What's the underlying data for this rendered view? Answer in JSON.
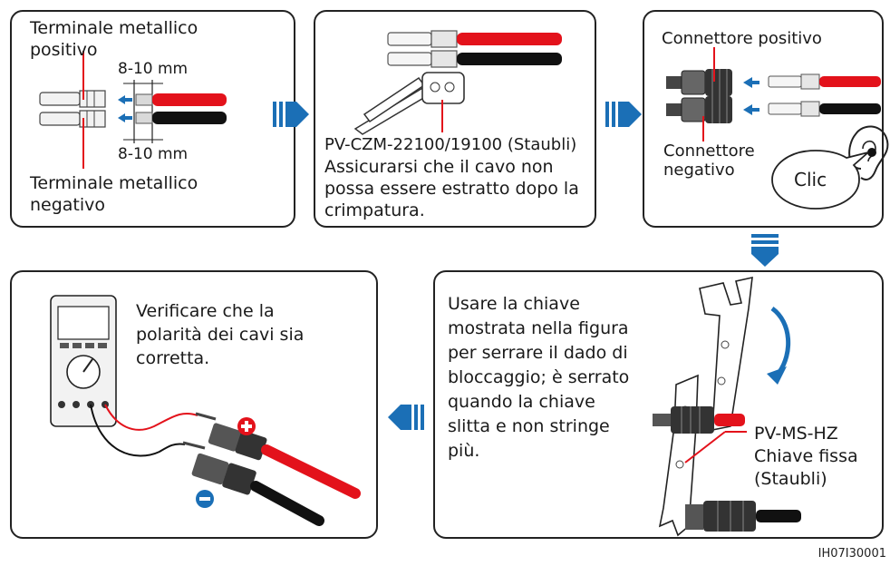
{
  "step1": {
    "positive_label": "Terminale metallico\npositivo",
    "dim_top": "8-10 mm",
    "dim_bottom": "8-10 mm",
    "negative_label": "Terminale metallico\nnegativo"
  },
  "step2": {
    "tool_label": "PV-CZM-22100/19100 (Staubli)",
    "note": "Assicurarsi che il cavo non\npossa essere estratto dopo la\ncrimpatura."
  },
  "step3": {
    "positive_label": "Connettore positivo",
    "negative_label": "Connettore\nnegativo",
    "click": "Clic"
  },
  "step4": {
    "instruction": "Usare la chiave\nmostrata nella figura\nper serrare il dado di\nbloccaggio; è serrato\nquando la chiave\nslitta e non stringe\npiù.",
    "wrench_label": "PV-MS-HZ\nChiave fissa\n(Staubli)"
  },
  "step5": {
    "instruction": "Verificare che la\npolarità dei cavi sia\ncorretta."
  },
  "figure_id": "IH07I30001",
  "colors": {
    "arrow": "#1b6fb6",
    "red": "#e3121b",
    "black": "#111111"
  }
}
